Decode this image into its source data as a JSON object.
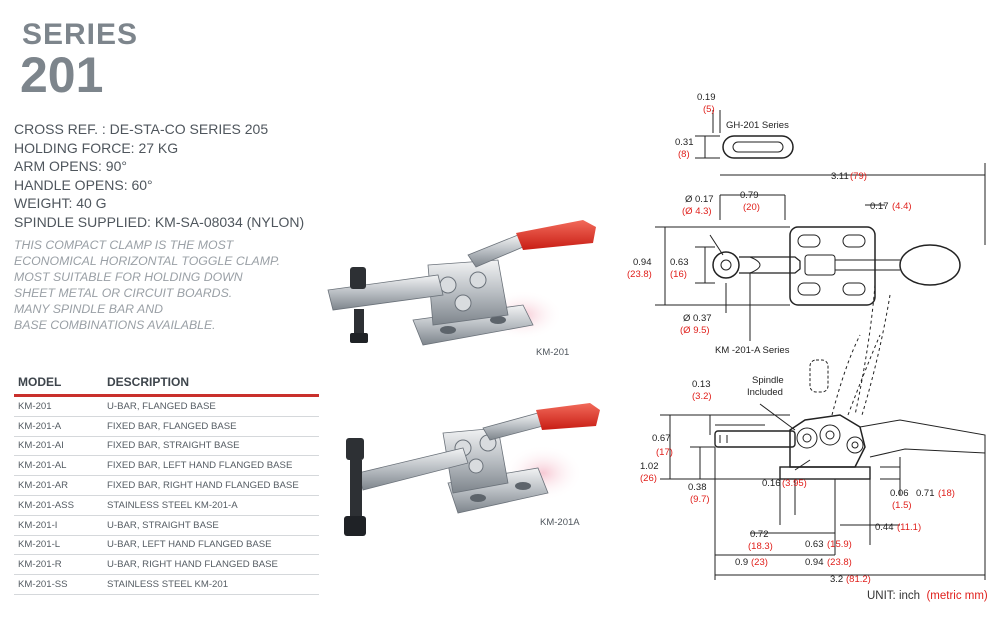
{
  "header": {
    "series_word": "SERIES",
    "series_number": "201"
  },
  "specs": [
    "CROSS REF. : DE-STA-CO SERIES 205",
    "HOLDING FORCE: 27 KG",
    "ARM OPENS: 90°",
    "HANDLE OPENS: 60°",
    "WEIGHT: 40 G",
    "SPINDLE SUPPLIED: KM-SA-08034 (NYLON)"
  ],
  "description": [
    "THIS COMPACT CLAMP IS THE MOST",
    "ECONOMICAL HORIZONTAL TOGGLE CLAMP.",
    "MOST SUITABLE FOR HOLDING DOWN",
    "SHEET METAL OR CIRCUIT BOARDS.",
    "MANY SPINDLE BAR AND",
    "BASE COMBINATIONS AVAILABLE."
  ],
  "table": {
    "headers": [
      "MODEL",
      "DESCRIPTION"
    ],
    "rows": [
      [
        "KM-201",
        "U-BAR, FLANGED BASE"
      ],
      [
        "KM-201-A",
        "FIXED BAR, FLANGED BASE"
      ],
      [
        "KM-201-AI",
        "FIXED BAR, STRAIGHT BASE"
      ],
      [
        "KM-201-AL",
        "FIXED BAR, LEFT HAND FLANGED BASE"
      ],
      [
        "KM-201-AR",
        "FIXED BAR, RIGHT HAND FLANGED BASE"
      ],
      [
        "KM-201-ASS",
        "STAINLESS STEEL KM-201-A"
      ],
      [
        "KM-201-I",
        "U-BAR, STRAIGHT BASE"
      ],
      [
        "KM-201-L",
        "U-BAR, LEFT HAND FLANGED BASE"
      ],
      [
        "KM-201-R",
        "U-BAR, RIGHT HAND FLANGED BASE"
      ],
      [
        "KM-201-SS",
        "STAINLESS STEEL KM-201"
      ]
    ]
  },
  "photos": {
    "top_label": "KM-201",
    "bottom_label": "KM-201A"
  },
  "drawing": {
    "gh_series": "GH-201 Series",
    "a_series": "KM -201-A Series",
    "spindle": [
      "Spindle",
      "Included"
    ],
    "dims": {
      "d019": "0.19",
      "d019m": "(5)",
      "d031": "0.31",
      "d031m": "(8)",
      "d311": "3.11",
      "d311m": "(79)",
      "d017a": "Ø 0.17",
      "d017am": "(Ø 4.3)",
      "d079": "0.79",
      "d079m": "(20)",
      "d017b": "0.17",
      "d017bm": "(4.4)",
      "d094": "0.94",
      "d094m": "(23.8)",
      "d063": "0.63",
      "d063m": "(16)",
      "d037": "Ø 0.37",
      "d037m": "(Ø 9.5)",
      "d013": "0.13",
      "d013m": "(3.2)",
      "d067": "0.67",
      "d067m": "(17)",
      "d102": "1.02",
      "d102m": "(26)",
      "d038": "0.38",
      "d038m": "(9.7)",
      "d016": "0.16",
      "d016m": "(3.95)",
      "d006": "0.06",
      "d006m": "(1.5)",
      "d071": "0.71",
      "d071m": "(18)",
      "d044": "0.44",
      "d044m": "(11.1)",
      "d072": "0.72",
      "d072m": "(18.3)",
      "d063b": "0.63",
      "d063bm": "(15.9)",
      "d09": "0.9",
      "d09m": "(23)",
      "d094b": "0.94",
      "d094bm": "(23.8)",
      "d32": "3.2",
      "d32m": "(81.2)"
    },
    "unit_prefix": "UNIT: inch",
    "unit_metric": "(metric mm)"
  },
  "colors": {
    "accent_red": "#e0201c",
    "table_rule": "#c9302c",
    "title_gray": "#7d858c"
  }
}
